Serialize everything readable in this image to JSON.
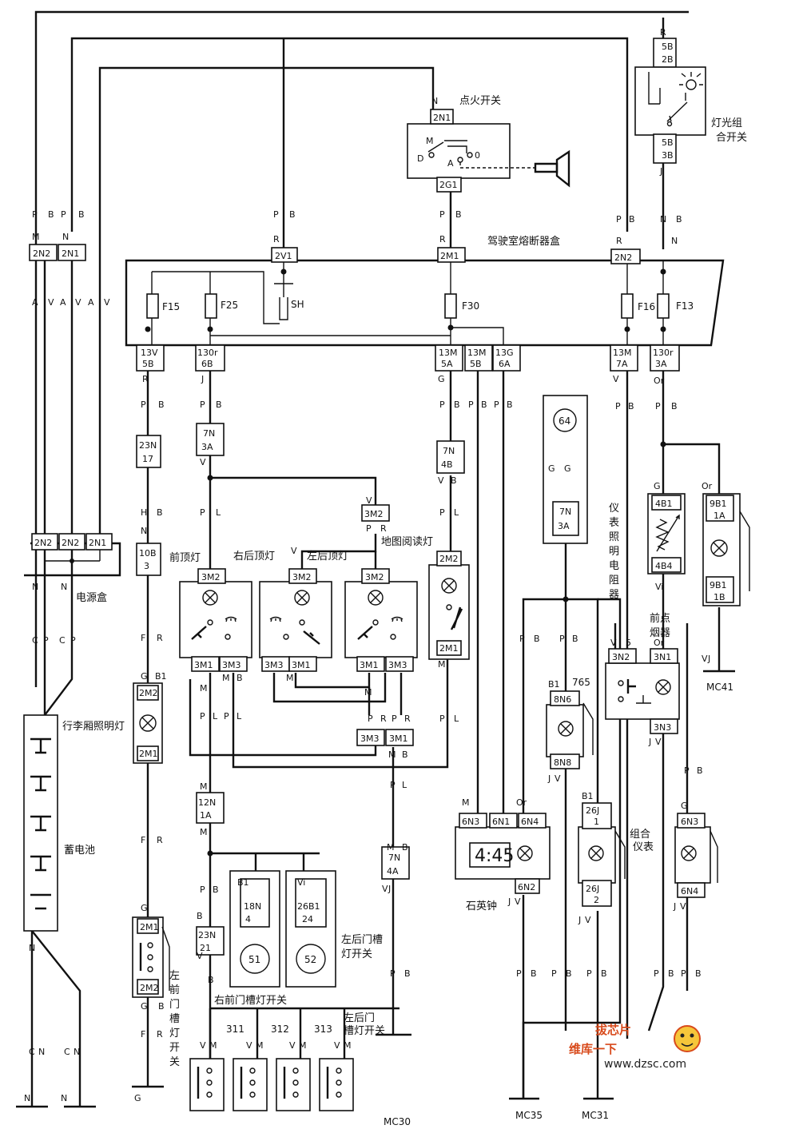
{
  "labels": {
    "ignition_switch": "点火开关",
    "light_combo_switch_1": "灯光组",
    "light_combo_switch_2": "合开关",
    "fuse_box": "驾驶室熔断器盒",
    "power_box": "电源盒",
    "front_dome": "前顶灯",
    "right_rear_dome": "右后顶灯",
    "left_rear_dome": "左后顶灯",
    "map_reading": "地图阅读灯",
    "trunk_light": "行李厢照明灯",
    "battery": "蓄电池",
    "instrument_resistor": [
      "仪",
      "表",
      "照",
      "明",
      "电",
      "阻",
      "器"
    ],
    "cigar_1": "前点",
    "cigar_2": "烟器",
    "quartz_clock": "石英钟",
    "combo_instrument_1": "组合",
    "combo_instrument_2": "仪表",
    "left_rear_door_1": "左后门槽",
    "left_rear_door_2": "灯开关",
    "right_front_door": "右前门槽灯开关",
    "left_rear_door_b1": "左后门",
    "left_rear_door_b2": "槽灯开关",
    "left_front_door": [
      "左",
      "前",
      "门",
      "槽",
      "灯",
      "开",
      "关"
    ],
    "clock_display": "4:45"
  },
  "connectors": {
    "c5B2B": [
      "5B",
      "2B"
    ],
    "c5B3B": [
      "5B",
      "3B"
    ],
    "c2N1": "2N1",
    "c2G1": "2G1",
    "c2N2a": "2N2",
    "c2N1a": "2N1",
    "c2V1": "2V1",
    "c2M1": "2M1",
    "c2N2b": "2N2",
    "c13V": [
      "13V",
      "5B"
    ],
    "c130r6": [
      "130r",
      "6B"
    ],
    "c13M5": [
      "13M",
      "5A"
    ],
    "c13M5B": [
      "13M",
      "5B"
    ],
    "c13G": [
      "13G",
      "6A"
    ],
    "c13M7": [
      "13M",
      "7A"
    ],
    "c130r3": [
      "130r",
      "3A"
    ],
    "c23N17": [
      "23N",
      "17"
    ],
    "c7N3A": [
      "7N",
      "3A"
    ],
    "c7N4B": [
      "7N",
      "4B"
    ],
    "c3M2map": "3M2",
    "c2M2map": "2M2",
    "c2M1map": "2M1",
    "c10B3": [
      "10B",
      "3"
    ],
    "c2M2t": "2M2",
    "c2M1t": "2M1",
    "c12N1A": [
      "12N",
      "1A"
    ],
    "c23N21": [
      "23N",
      "21"
    ],
    "c18N4": [
      "18N",
      "4"
    ],
    "c26B124": [
      "26B1",
      "24"
    ],
    "c7N4A": [
      "7N",
      "4A"
    ],
    "c3M3": "3M3",
    "c3M1": "3M1",
    "c6N3": "6N3",
    "c6N1": "6N1",
    "c6N4": "6N4",
    "c6N2": "6N2",
    "c7N3A2": [
      "7N",
      "3A"
    ],
    "c8N6": "8N6",
    "c8N8": "8N8",
    "c26J1": [
      "26J",
      "1"
    ],
    "c26J2": [
      "26J",
      "2"
    ],
    "c4B1": "4B1",
    "c4B4": "4B4",
    "c9B11A": [
      "9B1",
      "1A"
    ],
    "c9B11B": [
      "9B1",
      "1B"
    ],
    "c3N2": "3N2",
    "c3N1": "3N1",
    "c3N3": "3N3",
    "c6N3b": "6N3",
    "c6N4b": "6N4",
    "c2M1l": "2M1",
    "c2M2l": "2M2",
    "lamp_pins": [
      "3M2",
      "3M1",
      "3M3"
    ],
    "psu": [
      "2N2",
      "2N2",
      "2N1"
    ]
  },
  "fuses": [
    "F15",
    "F25",
    "F30",
    "F16",
    "F13"
  ],
  "shunt": "SH",
  "component_numbers": [
    "64",
    "51",
    "52",
    "311",
    "312",
    "313",
    "765"
  ],
  "grounds": [
    "MC30",
    "MC35",
    "MC31",
    "MC41"
  ],
  "watermark": {
    "brand": "维库一下",
    "url": "www.dzsc.com",
    "badge": "拔芯片"
  }
}
